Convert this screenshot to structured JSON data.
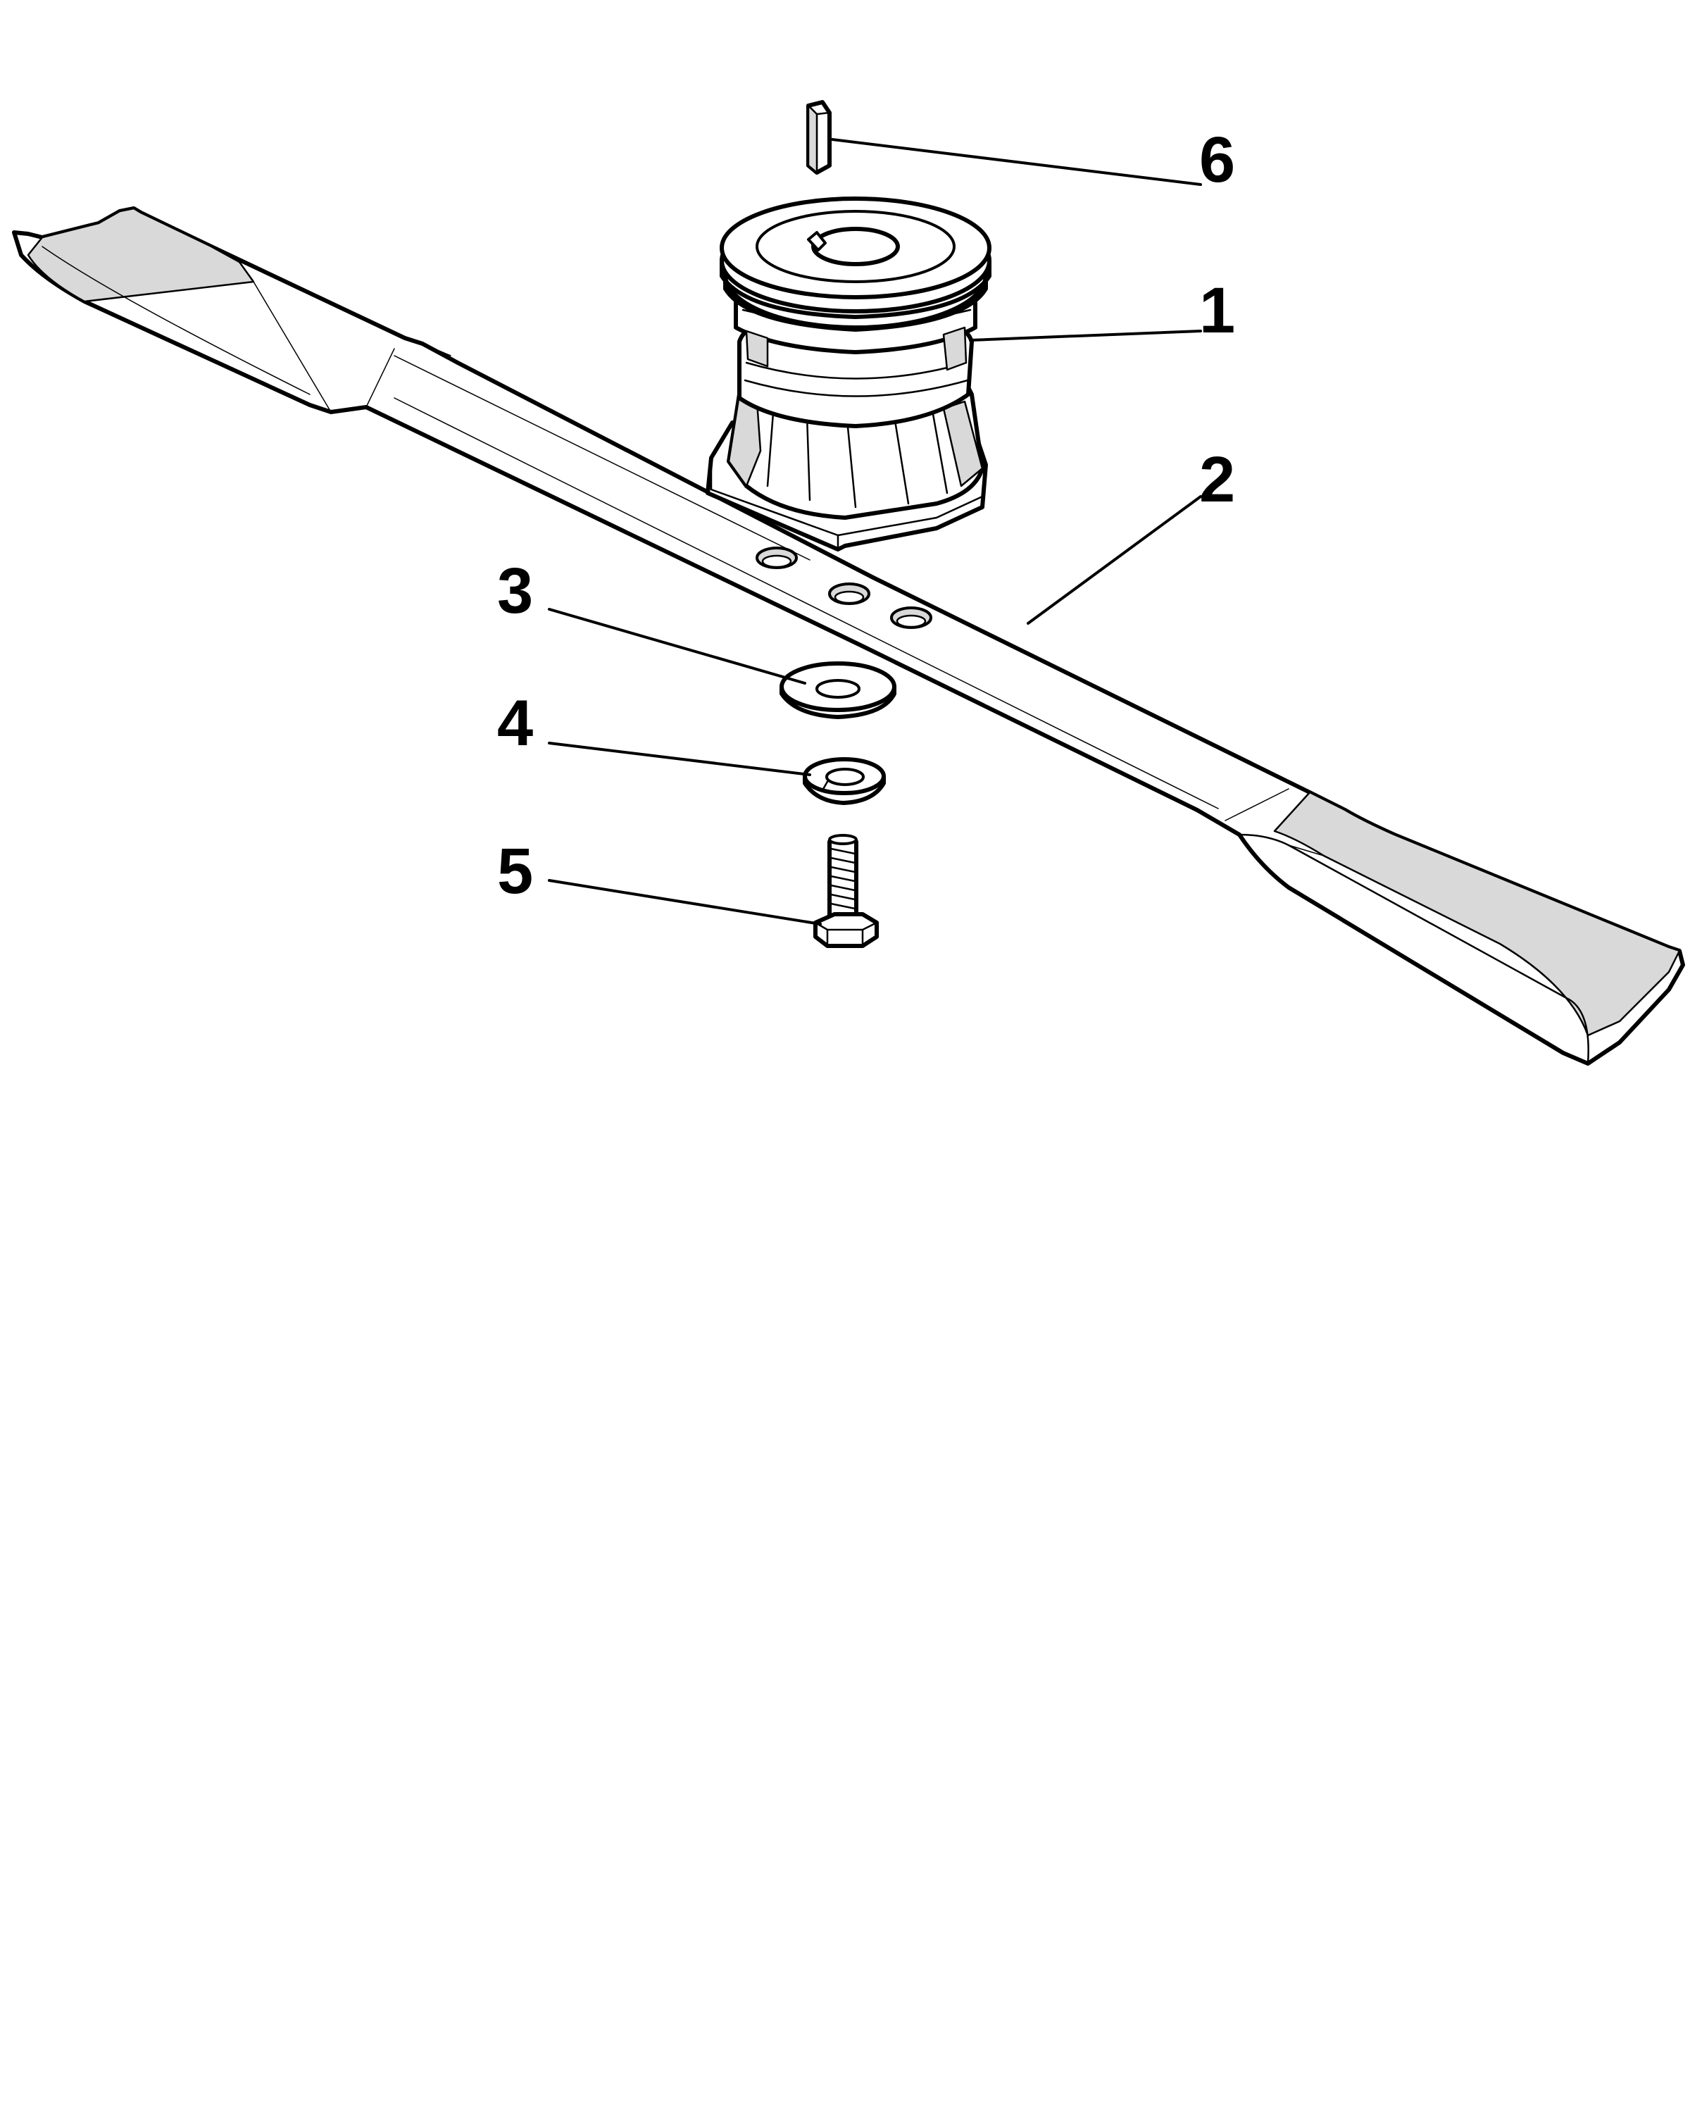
{
  "callouts": [
    {
      "id": "1",
      "label": "1",
      "part": "blade-adapter-hub"
    },
    {
      "id": "2",
      "label": "2",
      "part": "cutting-blade"
    },
    {
      "id": "3",
      "label": "3",
      "part": "flat-washer"
    },
    {
      "id": "4",
      "label": "4",
      "part": "spring-washer"
    },
    {
      "id": "5",
      "label": "5",
      "part": "hex-bolt"
    },
    {
      "id": "6",
      "label": "6",
      "part": "shaft-key"
    }
  ],
  "colors": {
    "ink": "#000000",
    "paper": "#ffffff",
    "shade": "#d9d9d9"
  }
}
